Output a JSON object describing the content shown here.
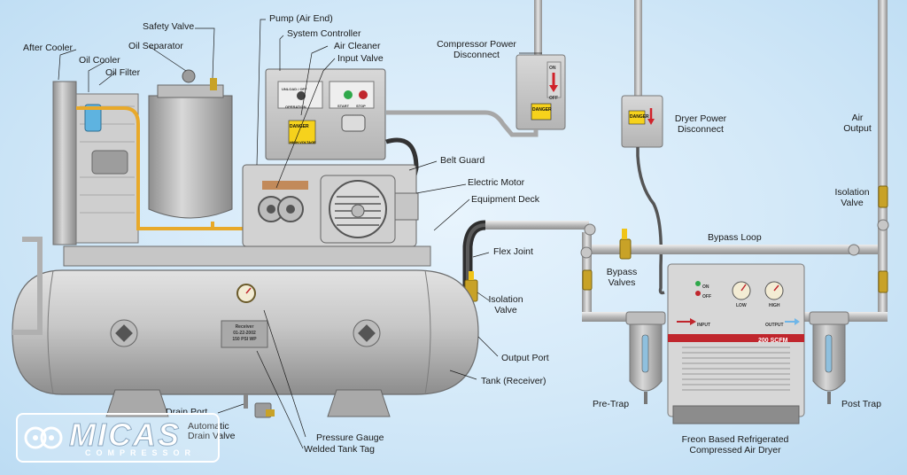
{
  "labels": {
    "after_cooler": "After Cooler",
    "oil_cooler": "Oil Cooler",
    "oil_filter": "Oil Filter",
    "oil_separator": "Oil Separator",
    "safety_valve": "Safety Valve",
    "pump": "Pump (Air End)",
    "system_controller": "System Controller",
    "air_cleaner": "Air Cleaner",
    "input_valve": "Input Valve",
    "compressor_disconnect_l1": "Compressor Power",
    "compressor_disconnect_l2": "Disconnect",
    "dryer_disconnect_l1": "Dryer Power",
    "dryer_disconnect_l2": "Disconnect",
    "air_output_l1": "Air",
    "air_output_l2": "Output",
    "belt_guard": "Belt Guard",
    "electric_motor": "Electric Motor",
    "equipment_deck": "Equipment Deck",
    "flex_joint": "Flex Joint",
    "bypass_loop": "Bypass Loop",
    "isolation_valve_right_l1": "Isolation",
    "isolation_valve_right_l2": "Valve",
    "bypass_valves_l1": "Bypass",
    "bypass_valves_l2": "Valves",
    "isolation_valve_left_l1": "Isolation",
    "isolation_valve_left_l2": "Valve",
    "output_port": "Output Port",
    "tank": "Tank (Receiver)",
    "pre_trap": "Pre-Trap",
    "post_trap": "Post Trap",
    "drain_port": "Drain Port",
    "automatic_drain_valve_l1": "Automatic",
    "automatic_drain_valve_l2": "Drain Valve",
    "pressure_gauge": "Pressure Gauge",
    "welded_tank_tag": "Welded Tank Tag",
    "dryer_caption_l1": "Freon Based Refrigerated",
    "dryer_caption_l2": "Compressed Air Dryer"
  },
  "equipment_text": {
    "tank_tag_l1": "Receiver",
    "tank_tag_l2": "01-22-2002",
    "tank_tag_l3": "150 PSI WP",
    "dryer_rating": "200 SCFM",
    "dryer_input": "INPUT",
    "dryer_output": "OUTPUT",
    "dryer_on": "ON",
    "dryer_off": "OFF",
    "gauge_low": "LOW",
    "gauge_high": "HIGH",
    "switch_on": "ON",
    "switch_off": "OFF",
    "danger": "DANGER",
    "danger_sub": "HIGH VOLTAGE",
    "ctrl_start": "START",
    "ctrl_stop": "STOP",
    "ctrl_mode": "UNLOAD / OFF",
    "ctrl_operation": "OPERATION"
  },
  "logo": {
    "name": "MICAS",
    "sub": "COMPRESSOR"
  },
  "colors": {
    "background": "#d2e8f8",
    "equipment_gray": "#c9c9c9",
    "pipe_gray": "#b7b7b7",
    "oil_line": "#e8a92a",
    "valve_yellow": "#f0c419",
    "danger_red": "#d0222a"
  }
}
